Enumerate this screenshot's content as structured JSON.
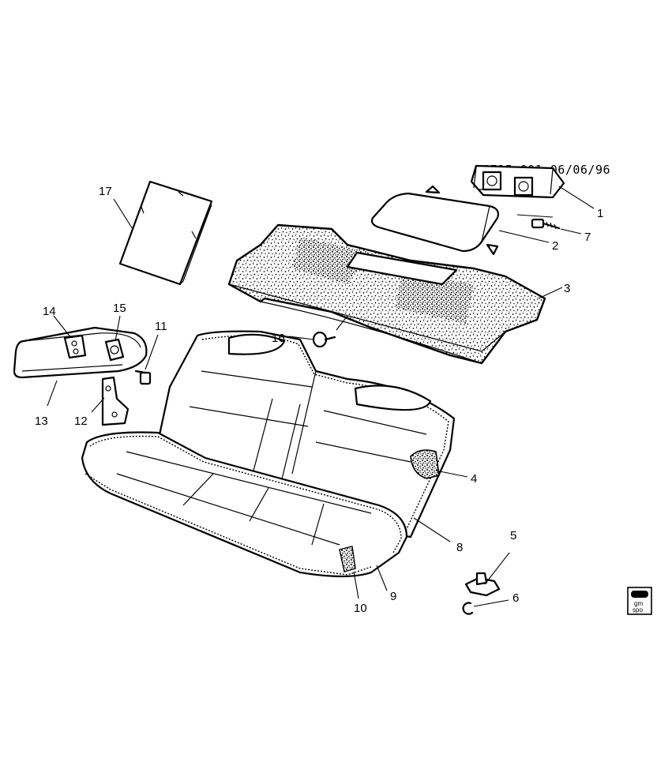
{
  "header": {
    "code": "6E15-001 06/06/96"
  },
  "callouts": [
    {
      "id": "1",
      "label": "1"
    },
    {
      "id": "2",
      "label": "2"
    },
    {
      "id": "3",
      "label": "3"
    },
    {
      "id": "4",
      "label": "4"
    },
    {
      "id": "5",
      "label": "5"
    },
    {
      "id": "6",
      "label": "6"
    },
    {
      "id": "7",
      "label": "7"
    },
    {
      "id": "8",
      "label": "8"
    },
    {
      "id": "9",
      "label": "9"
    },
    {
      "id": "10",
      "label": "10"
    },
    {
      "id": "11",
      "label": "11"
    },
    {
      "id": "12",
      "label": "12"
    },
    {
      "id": "13",
      "label": "13"
    },
    {
      "id": "14",
      "label": "14"
    },
    {
      "id": "15",
      "label": "15"
    },
    {
      "id": "16",
      "label": "16"
    },
    {
      "id": "17",
      "label": "17"
    }
  ],
  "logo": {
    "line1": "gm",
    "line2": "spo"
  }
}
